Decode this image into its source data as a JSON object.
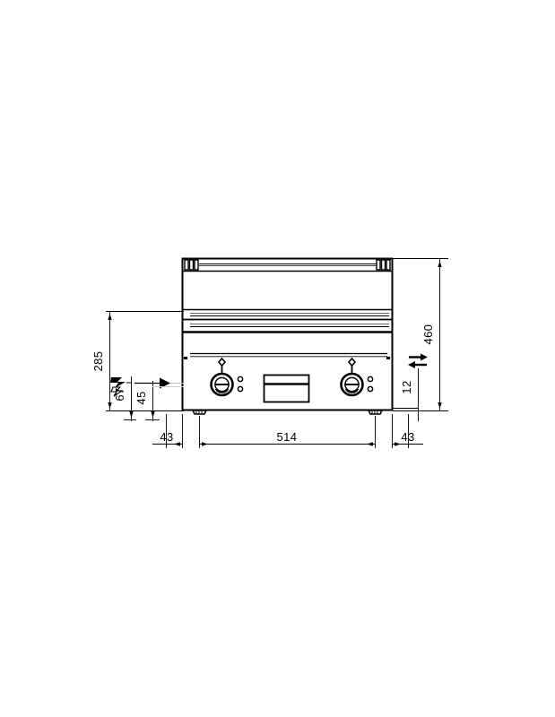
{
  "drawing": {
    "type": "technical-elevation-drawing",
    "subject": "countertop-fry-top-griddle-front-view",
    "background_color": "#ffffff",
    "line_color": "#000000",
    "units": "mm"
  },
  "dimensions": {
    "left": {
      "overall_height_label": "285",
      "electrical_inlet_height_label": "67",
      "water_connection_height_label": "45"
    },
    "right": {
      "overall_height_label": "460",
      "drain_height_label": "12"
    },
    "bottom": {
      "left_offset_label": "43",
      "width_label": "514",
      "right_offset_label": "43"
    }
  },
  "symbols": {
    "electrical_label": "electrical-connection-lightning-icon",
    "water_inlet_label": "water-inlet-arrow-icon",
    "drain_label": "water-flow-double-arrow-icon"
  },
  "machine": {
    "body_label": "appliance-body",
    "splash_guard_label": "rear-splash-guard",
    "cooking_plate_label": "cooking-plate-band",
    "control_panel_label": "control-panel",
    "knob_left_label": "control-knob-left",
    "knob_right_label": "control-knob-right",
    "drawer_label": "grease-drawer",
    "foot_left_label": "foot-left",
    "foot_right_label": "foot-right",
    "vent_left_label": "vent-slots-left",
    "vent_right_label": "vent-slots-right",
    "indicator_dots_left_label": "indicator-lamps-left",
    "indicator_dots_right_label": "indicator-lamps-right"
  }
}
